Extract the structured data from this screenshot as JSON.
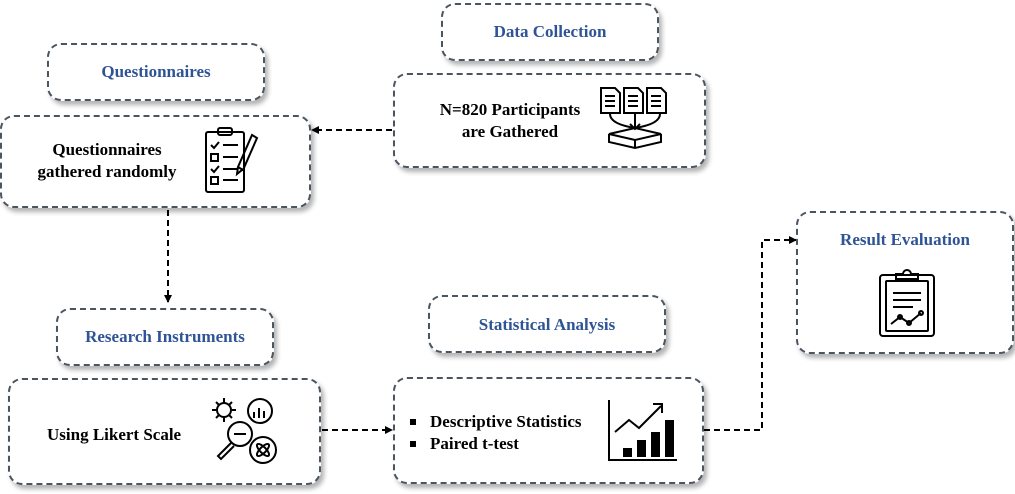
{
  "headers": {
    "data_collection": "Data Collection",
    "questionnaires": "Questionnaires",
    "research_instruments": "Research Instruments",
    "statistical_analysis": "Statistical Analysis",
    "result_evaluation": "Result Evaluation"
  },
  "steps": {
    "participants": {
      "line1": "N=820 Participants",
      "line2": "are Gathered",
      "icon": "documents-to-database-icon"
    },
    "questionnaires": {
      "line1": "Questionnaires",
      "line2": "gathered randomly",
      "icon": "checklist-pencil-icon"
    },
    "instruments": {
      "text": "Using Likert Scale",
      "icon": "analysis-tools-icon"
    },
    "analysis": {
      "items": [
        "Descriptive Statistics",
        "Paired t-test"
      ],
      "icon": "bar-chart-trend-icon"
    },
    "evaluation": {
      "icon": "clipboard-chart-icon"
    }
  },
  "colors": {
    "header_text": "#2f5496",
    "border": "#4a5560",
    "connector": "#000000"
  }
}
